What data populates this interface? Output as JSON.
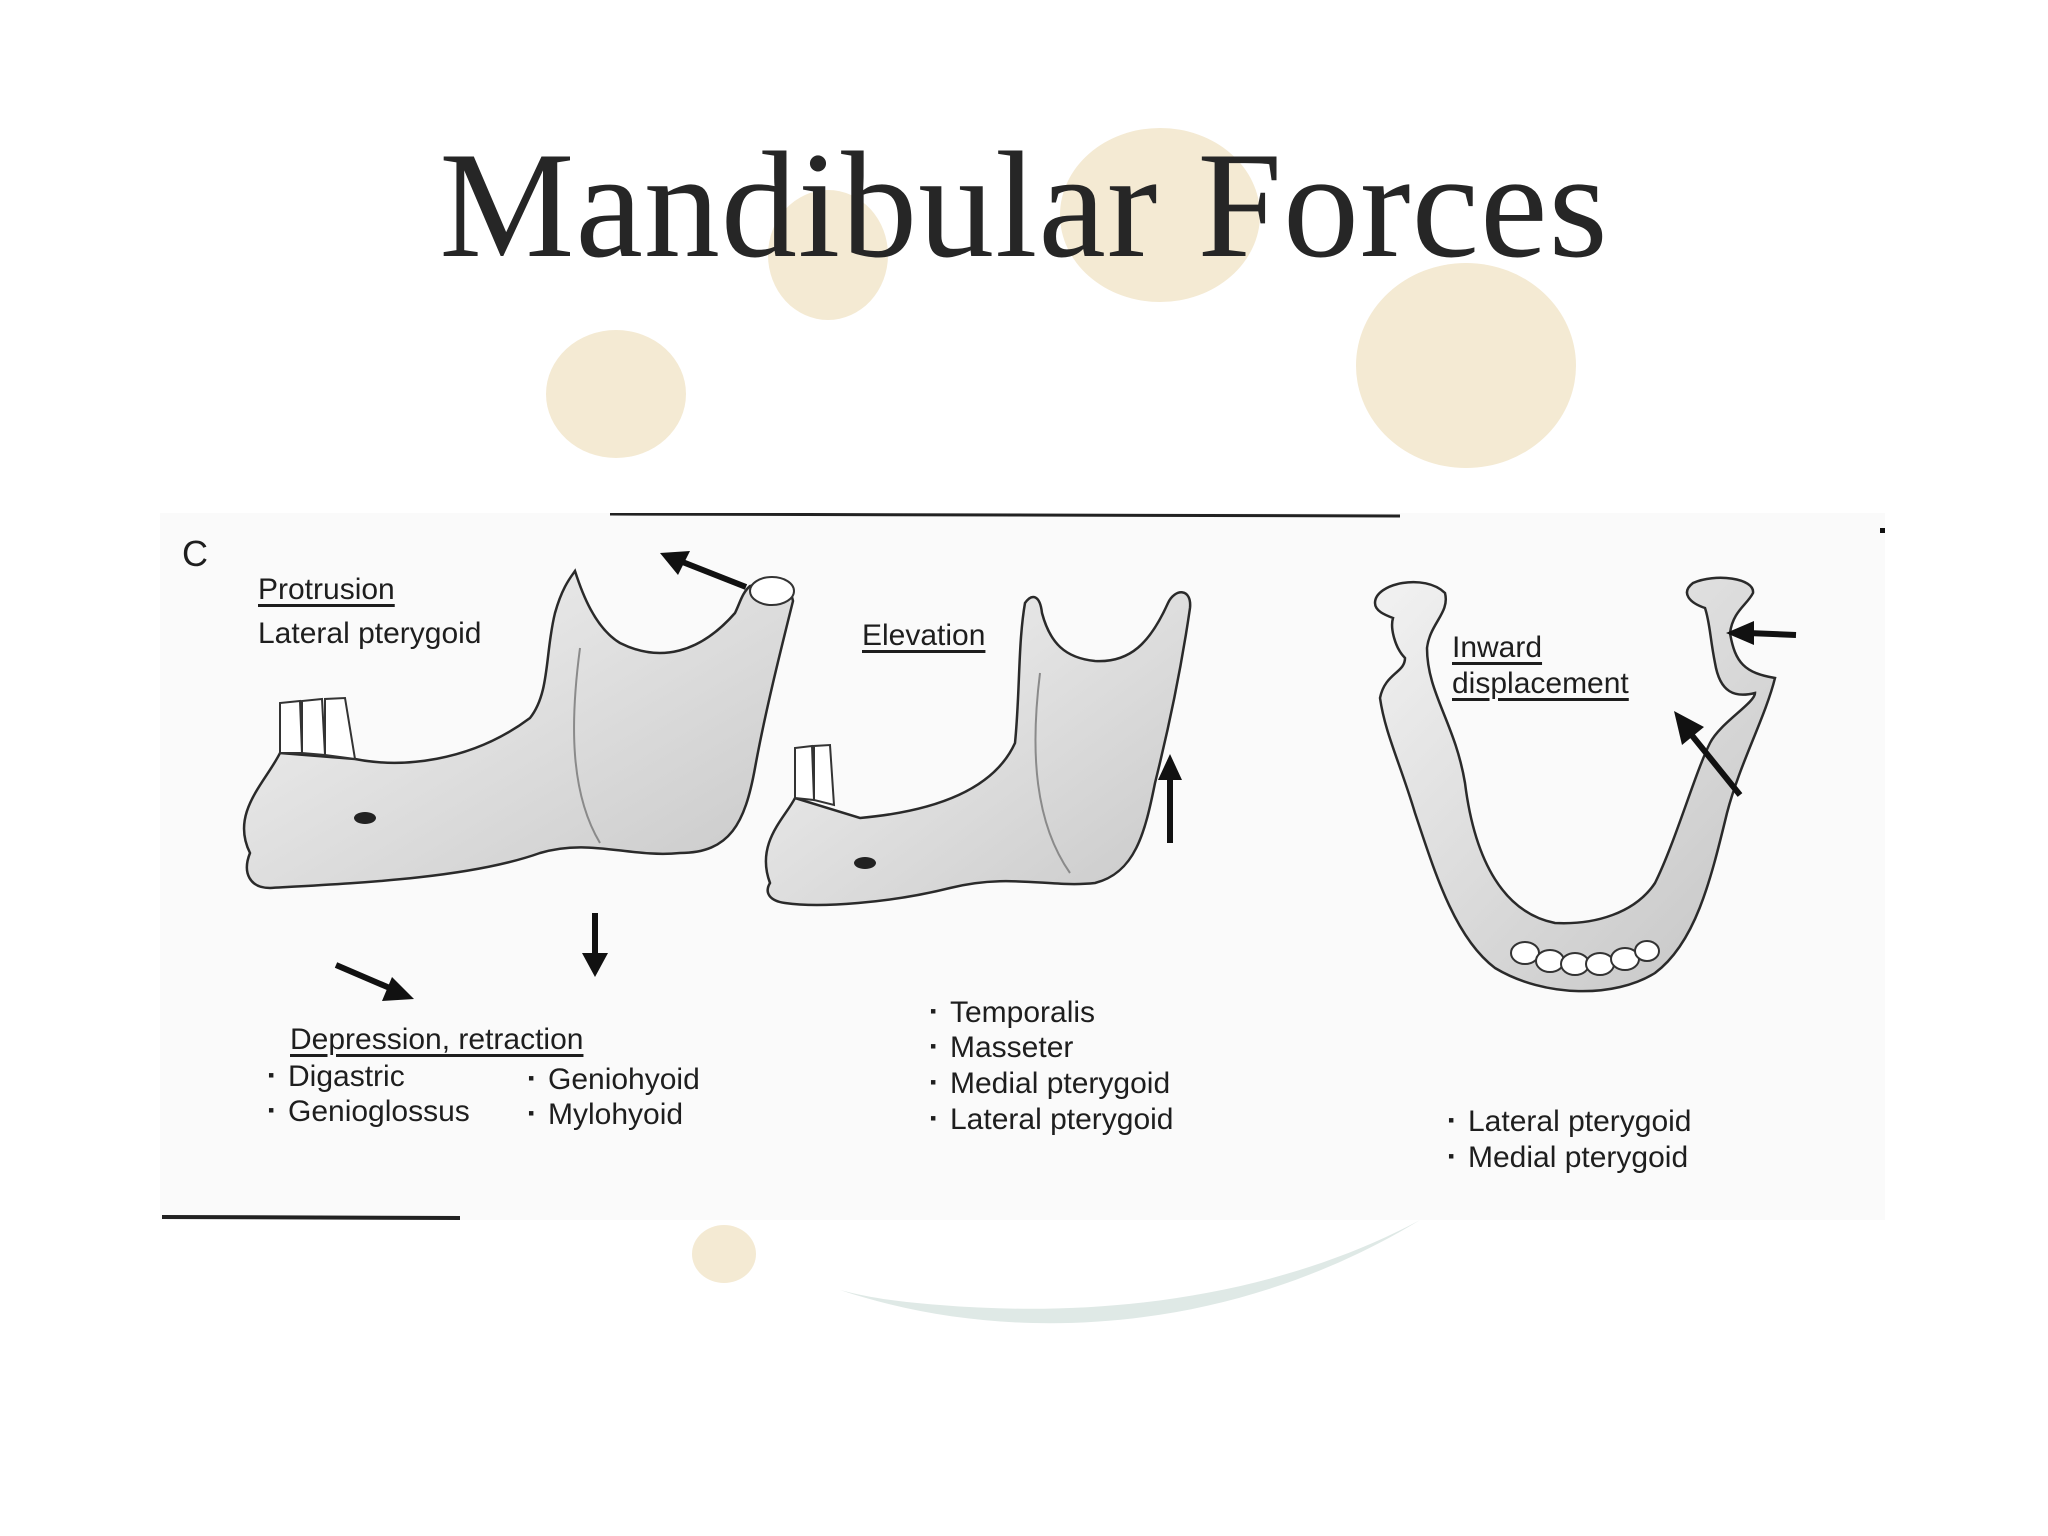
{
  "slide": {
    "title": "Mandibular Forces"
  },
  "figure": {
    "panel_letter": "C",
    "protrusion": {
      "heading": "Protrusion",
      "muscle": "Lateral pterygoid"
    },
    "depression": {
      "heading": "Depression, retraction",
      "muscles": [
        "Digastric",
        "Genioglossus",
        "Geniohyoid",
        "Mylohyoid"
      ]
    },
    "elevation": {
      "heading": "Elevation",
      "muscles": [
        "Temporalis",
        "Masseter",
        "Medial pterygoid",
        "Lateral pterygoid"
      ]
    },
    "inward": {
      "heading_line1": "Inward",
      "heading_line2": "displacement",
      "muscles": [
        "Lateral pterygoid",
        "Medial pterygoid"
      ]
    }
  },
  "colors": {
    "background": "#ffffff",
    "decorative_circles": "#f4ead3",
    "decorative_swoosh": "#dfe9e6",
    "title_text": "#262626"
  }
}
